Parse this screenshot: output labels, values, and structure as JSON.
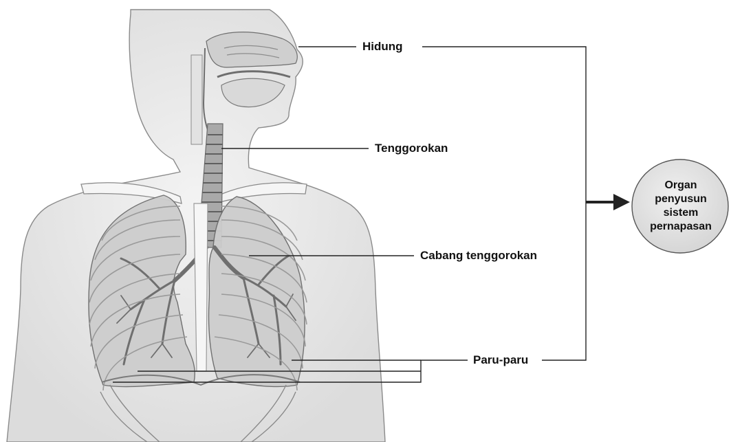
{
  "labels": {
    "nose": "Hidung",
    "throat": "Tenggorokan",
    "bronchi": "Cabang tenggorokan",
    "lungs": "Paru-paru"
  },
  "summary_lines": [
    "Organ",
    "penyusun",
    "sistem",
    "pernapasan"
  ],
  "colors": {
    "skin": "#e9e9e9",
    "outline": "#7a7a7a",
    "bone": "#f2f2f2",
    "tissue": "#b9b9b9",
    "leader_line": "#222222",
    "circle_fill": "#e6e6e6",
    "circle_stroke": "#555555",
    "arrow": "#222222"
  }
}
